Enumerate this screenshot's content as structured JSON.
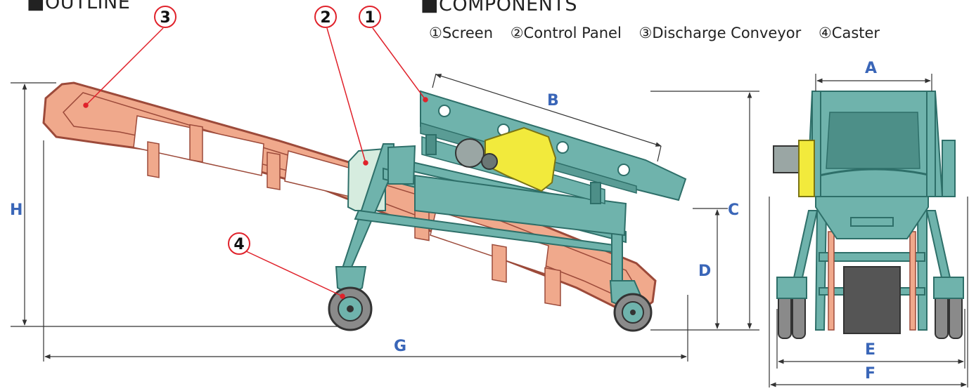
{
  "headings": {
    "outline": "■OUTLINE",
    "components": "■COMPONENTS"
  },
  "components": [
    {
      "marker": "①",
      "name": "Screen"
    },
    {
      "marker": "②",
      "name": "Control Panel"
    },
    {
      "marker": "③",
      "name": "Discharge Conveyor"
    },
    {
      "marker": "④",
      "name": "Caster"
    }
  ],
  "callouts": [
    "3",
    "2",
    "1",
    "4"
  ],
  "dimensions": {
    "A": "A",
    "B": "B",
    "C": "C",
    "D": "D",
    "E": "E",
    "F": "F",
    "G": "G",
    "H": "H"
  },
  "colors": {
    "frame": "#6fb3ac",
    "frame_dark": "#2e6f69",
    "conveyor": "#f0a98c",
    "conveyor_dark": "#9c4a3a",
    "motor_cover": "#f2ea3c",
    "control_panel": "#d6ecdf",
    "dimension": "#3a66b8",
    "leader": "#e0222b"
  }
}
